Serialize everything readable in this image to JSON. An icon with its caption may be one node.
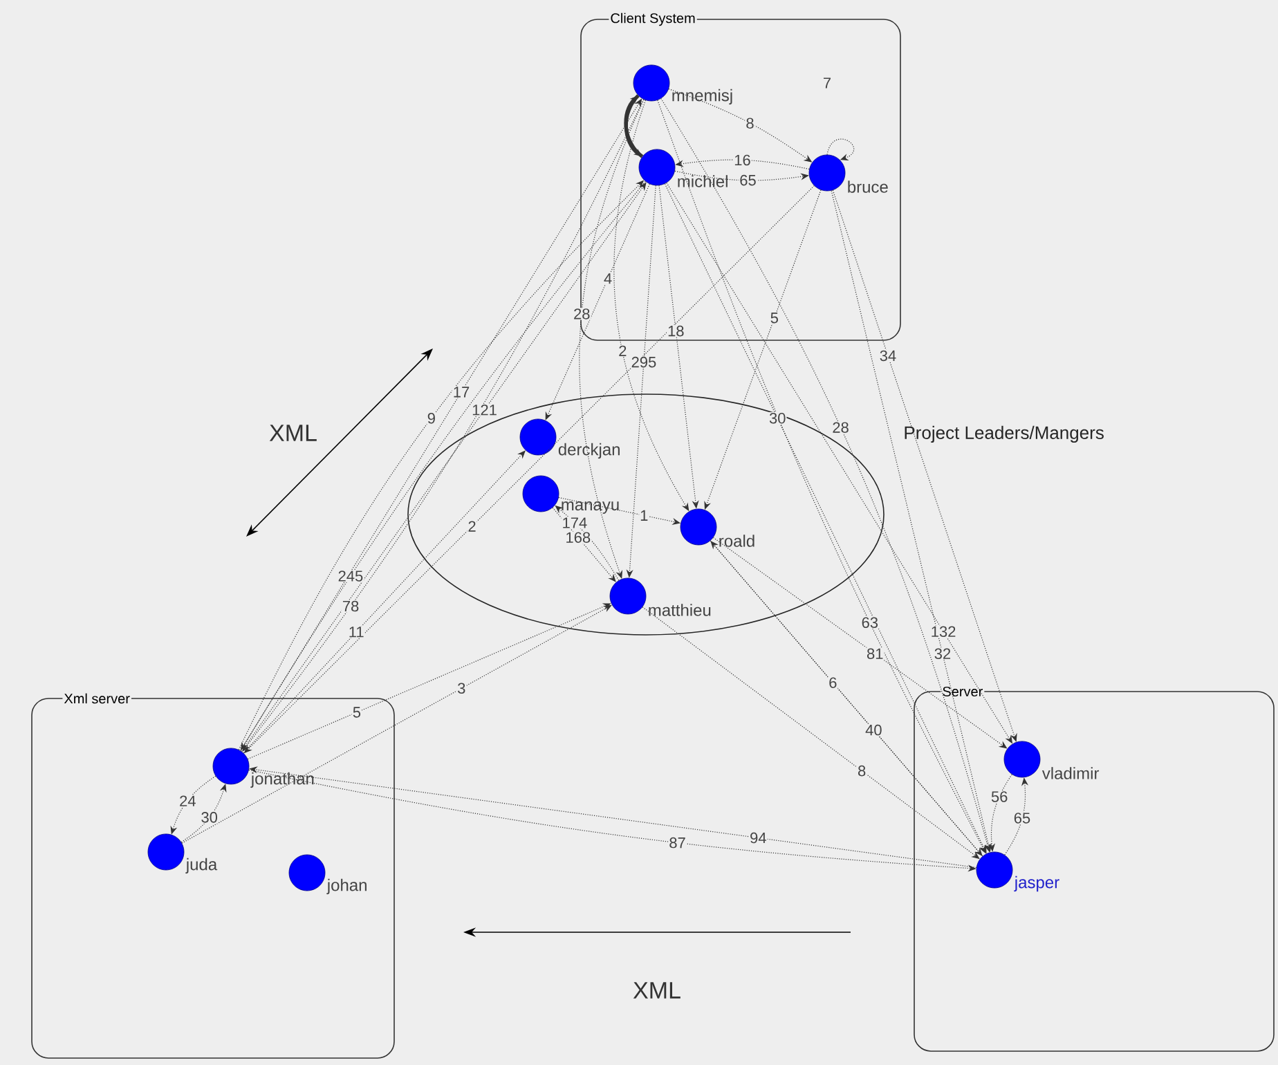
{
  "diagram": {
    "nodes": [
      {
        "text": [
          "Client System"
        ]
      },
      {
        "text": [
          "mnemisj"
        ],
        "in": 0
      },
      {
        "text": [
          "michiel"
        ],
        "in": 0
      },
      {
        "text": [
          "bruce"
        ],
        "in": 0
      },
      {
        "text": [
          "Project Leaders/Mangers"
        ]
      },
      {
        "text": [
          "derckjan"
        ],
        "in": 4
      },
      {
        "text": [
          "manayu"
        ],
        "in": 4
      },
      {
        "text": [
          "roald"
        ],
        "in": 4
      },
      {
        "text": [
          "matthieu"
        ],
        "in": 4
      },
      {
        "text": [
          "Xml server"
        ]
      },
      {
        "text": [
          "jonathan"
        ],
        "in": 9
      },
      {
        "text": [
          "juda"
        ],
        "in": 9
      },
      {
        "text": [
          "johan"
        ],
        "in": 9
      },
      {
        "text": [
          "Server"
        ]
      },
      {
        "text": [
          "vladimir"
        ],
        "in": 13
      },
      {
        "text": [
          "jasper"
        ],
        "in": 13
      }
    ],
    "edges": [
      {
        "from": 1,
        "to": 2,
        "arrow": "to",
        "style": "thick"
      },
      {
        "from": 2,
        "to": 1,
        "arrow": "to",
        "style": "thick"
      },
      {
        "from": 3,
        "to": 2,
        "arrow": "to",
        "label": "16",
        "style": "dashed"
      },
      {
        "from": 1,
        "to": 3,
        "arrow": "to",
        "label": "8",
        "style": "dashed"
      },
      {
        "from": 2,
        "to": 3,
        "arrow": "to",
        "label": "65",
        "style": "dashed"
      },
      {
        "from": 3,
        "to": 3,
        "arrow": "to",
        "label": "7",
        "style": "dashed"
      },
      {
        "from": 10,
        "to": 1,
        "arrow": "to",
        "label": "17",
        "style": "dashed"
      },
      {
        "from": 2,
        "to": 5,
        "arrow": "to",
        "label": "4",
        "style": "dashed"
      },
      {
        "from": 10,
        "to": 2,
        "arrow": "to",
        "label": "121",
        "style": "dashed"
      },
      {
        "from": 1,
        "to": 10,
        "arrow": "to",
        "label": "78",
        "style": "dashed"
      },
      {
        "from": 2,
        "to": 10,
        "arrow": "to",
        "label": "245",
        "style": "dashed"
      },
      {
        "from": 3,
        "to": 10,
        "arrow": "to",
        "label": "2",
        "style": "dashed"
      },
      {
        "from": 10,
        "to": 5,
        "arrow": "to",
        "label": "11",
        "style": "dashed"
      },
      {
        "from": 10,
        "to": 8,
        "arrow": "to",
        "label": "5",
        "style": "dashed"
      },
      {
        "from": 11,
        "to": 8,
        "arrow": "to",
        "label": "3",
        "style": "dashed"
      },
      {
        "from": 6,
        "to": 8,
        "arrow": "to",
        "label": "168",
        "style": "dashed"
      },
      {
        "from": 8,
        "to": 6,
        "arrow": "to",
        "label": "174",
        "style": "dashed"
      },
      {
        "from": 6,
        "to": 7,
        "arrow": "to",
        "label": "1",
        "style": "dashed"
      },
      {
        "from": 2,
        "to": 8,
        "arrow": "to",
        "label": "295",
        "style": "dashed"
      },
      {
        "from": 1,
        "to": 8,
        "arrow": "to",
        "label": "28",
        "style": "dashed"
      },
      {
        "from": 2,
        "to": 7,
        "arrow": "to",
        "label": "18",
        "style": "dashed"
      },
      {
        "from": 3,
        "to": 7,
        "arrow": "to",
        "label": "5",
        "style": "dashed"
      },
      {
        "from": 1,
        "to": 7,
        "arrow": "to",
        "label": "2",
        "style": "dashed"
      },
      {
        "from": 2,
        "to": 15,
        "arrow": "to",
        "label": "30",
        "style": "dashed"
      },
      {
        "from": 1,
        "to": 15,
        "arrow": "to",
        "label": "28",
        "style": "dashed"
      },
      {
        "from": 3,
        "to": 14,
        "arrow": "to",
        "label": "34",
        "style": "dashed"
      },
      {
        "from": 1,
        "to": 15,
        "arrow": "to",
        "label": "63",
        "style": "dashed"
      },
      {
        "from": 3,
        "to": 15,
        "arrow": "to",
        "label": "32",
        "style": "dashed"
      },
      {
        "from": 15,
        "to": 7,
        "arrow": "to",
        "label": "40",
        "style": "dashed"
      },
      {
        "from": 7,
        "to": 14,
        "arrow": "to",
        "label": "81",
        "style": "dashed"
      },
      {
        "from": 7,
        "to": 15,
        "arrow": "to",
        "label": "6",
        "style": "dashed"
      },
      {
        "from": 2,
        "to": 14,
        "arrow": "to",
        "label": "132",
        "style": "dashed"
      },
      {
        "from": 8,
        "to": 15,
        "arrow": "to",
        "label": "8",
        "style": "dashed"
      },
      {
        "from": 15,
        "to": 10,
        "arrow": "to",
        "label": "94",
        "style": "dashed"
      },
      {
        "from": 10,
        "to": 15,
        "arrow": "to",
        "label": "87",
        "style": "dashed"
      },
      {
        "from": 14,
        "to": 15,
        "arrow": "to",
        "label": "56",
        "style": "dashed"
      },
      {
        "from": 15,
        "to": 14,
        "arrow": "to",
        "label": "65",
        "style": "dashed"
      },
      {
        "from": 10,
        "to": 11,
        "arrow": "to",
        "label": "24",
        "style": "dashed"
      },
      {
        "from": 11,
        "to": 10,
        "arrow": "to",
        "label": "30",
        "style": "dashed"
      },
      {
        "from": 10,
        "to": 2,
        "arrow": "to",
        "label": "9",
        "style": "dashed"
      }
    ],
    "labels": [
      "XML",
      "XML"
    ]
  }
}
